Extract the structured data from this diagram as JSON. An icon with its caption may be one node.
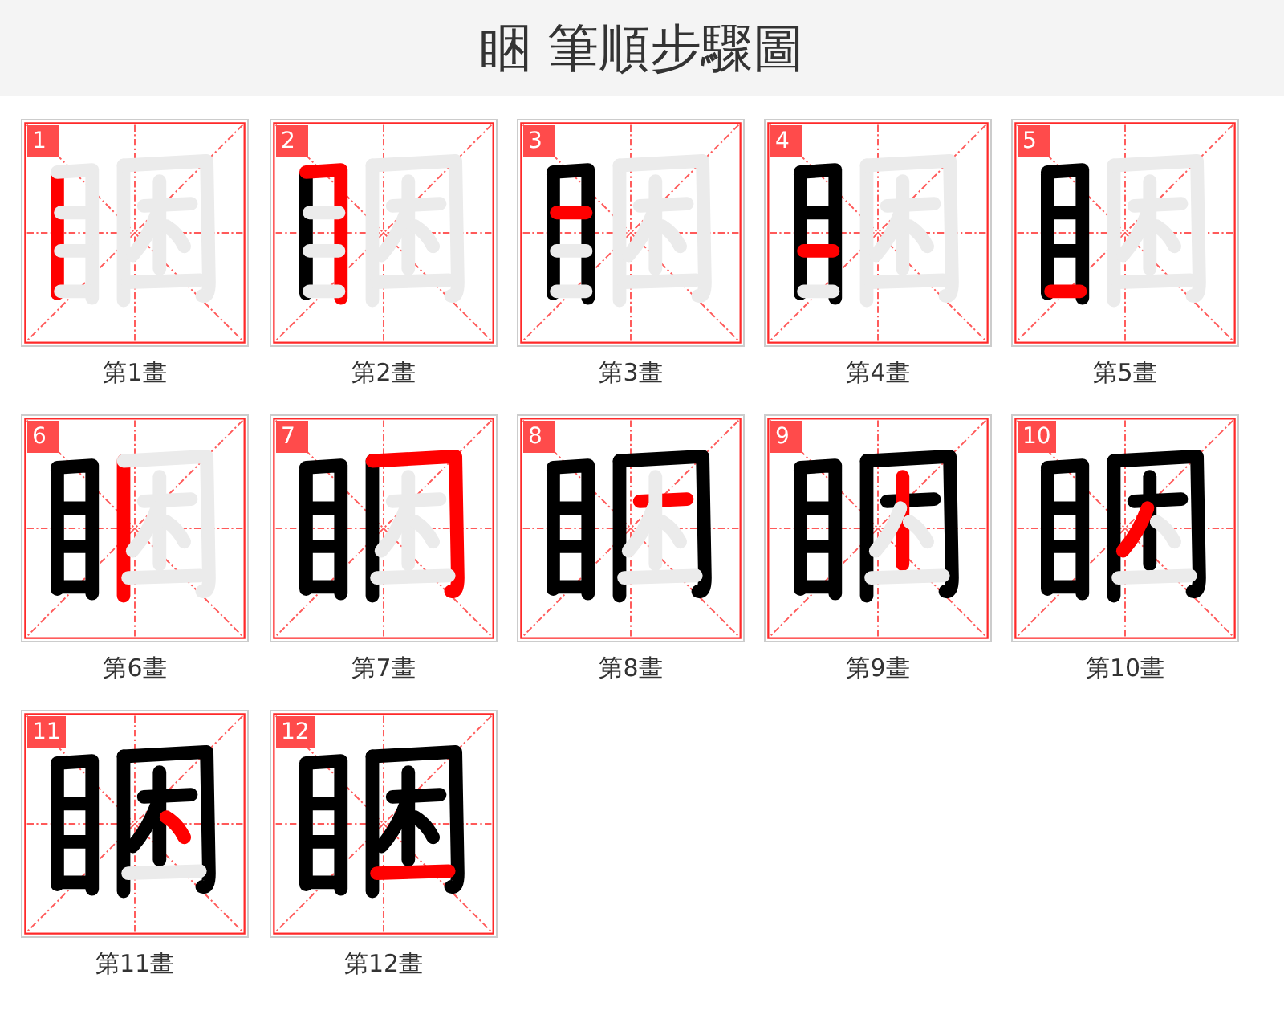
{
  "diagram": {
    "title": "睏 筆順步驟圖",
    "nodes": [
      {
        "text": [
          "1"
        ],
        "beside": [
          "第1畫"
        ]
      },
      {
        "text": [
          "2"
        ],
        "beside": [
          "第2畫"
        ]
      },
      {
        "text": [
          "3"
        ],
        "beside": [
          "第3畫"
        ]
      },
      {
        "text": [
          "4"
        ],
        "beside": [
          "第4畫"
        ]
      },
      {
        "text": [
          "5"
        ],
        "beside": [
          "第5畫"
        ]
      },
      {
        "text": [
          "6"
        ],
        "beside": [
          "第6畫"
        ]
      },
      {
        "text": [
          "7"
        ],
        "beside": [
          "第7畫"
        ]
      },
      {
        "text": [
          "8"
        ],
        "beside": [
          "第8畫"
        ]
      },
      {
        "text": [
          "9"
        ],
        "beside": [
          "第9畫"
        ]
      },
      {
        "text": [
          "10"
        ],
        "beside": [
          "第10畫"
        ]
      },
      {
        "text": [
          "11"
        ],
        "beside": [
          "第11畫"
        ]
      },
      {
        "text": [
          "12"
        ],
        "beside": [
          "第12畫"
        ]
      }
    ]
  }
}
